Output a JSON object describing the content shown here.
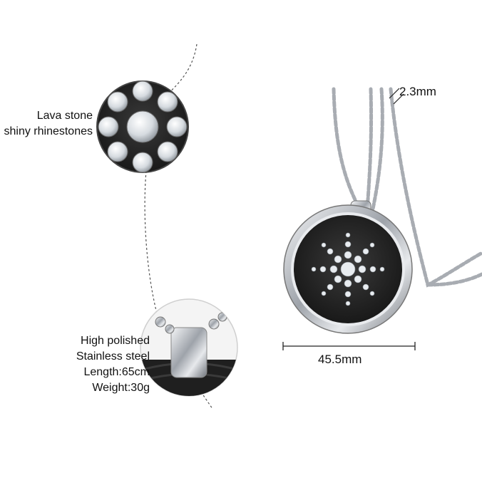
{
  "callouts": {
    "lava": {
      "line1": "Lava stone",
      "line2": "shiny rhinestones"
    },
    "steel": {
      "line1": "High polished",
      "line2": "Stainless steel",
      "line3": "Length:65cm",
      "line4": "Weight:30g"
    }
  },
  "dimensions": {
    "chain_width": "2.3mm",
    "pendant_diameter": "45.5mm"
  },
  "colors": {
    "steel": "#c9ccd1",
    "lava": "#2a2a2a",
    "crystal": "#e8ecf0",
    "text": "#111111"
  }
}
